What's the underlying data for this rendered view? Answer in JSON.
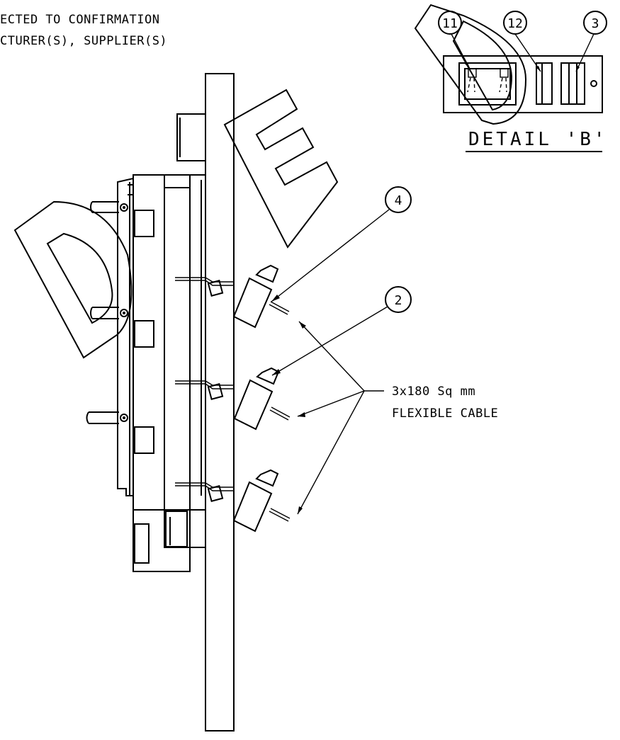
{
  "notes": {
    "line1": "ECTED TO CONFIRMATION",
    "line2": "CTURER(S), SUPPLIER(S)"
  },
  "detail": {
    "title": "DETAIL 'B'",
    "balloons": [
      "11",
      "12",
      "3"
    ]
  },
  "balloons": {
    "b4": "4",
    "b2": "2"
  },
  "cable": {
    "line1": "3x180 Sq mm",
    "line2": "FLEXIBLE CABLE"
  },
  "watermark": {
    "letters": [
      "D",
      "E",
      "D"
    ]
  },
  "colors": {
    "line": "#000000",
    "background": "#ffffff"
  }
}
